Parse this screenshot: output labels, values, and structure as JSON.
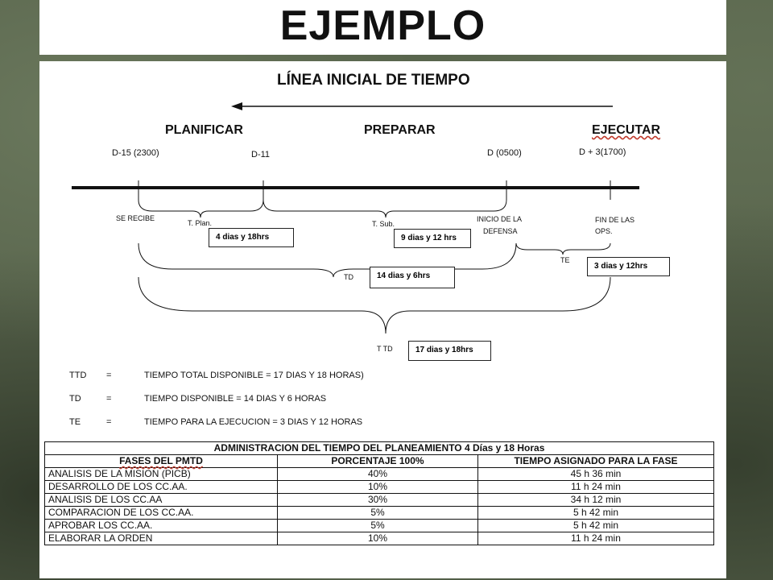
{
  "slide": {
    "title": "EJEMPLO"
  },
  "timeline": {
    "heading": "LÍNEA INICIAL DE TIEMPO",
    "phases": {
      "plan": "PLANIFICAR",
      "prepare": "PREPARAR",
      "execute": "EJECUTAR"
    },
    "marks": {
      "d15": "D-15 (2300)",
      "d11": "D-11",
      "d0": "D (0500)",
      "d3": "D + 3(1700)"
    },
    "labels": {
      "receive": "SE RECIBE",
      "tplan": "T. Plan.",
      "tsub": "T. Sub.",
      "defense_start_1": "INICIO DE LA",
      "defense_start_2": "DEFENSA",
      "ops_end_1": "FIN DE LAS",
      "ops_end_2": "OPS.",
      "te": "TE",
      "td": "TD",
      "ttd": "T TD"
    },
    "boxes": {
      "tplan": "4 dias y 18hrs",
      "tsub": "9 dias  y 12 hrs",
      "te": "3 dias y 12hrs",
      "td": "14 dias y  6hrs",
      "ttd": "17 dias y 18hrs"
    }
  },
  "legend": [
    {
      "abbr": "TTD",
      "eq": "=",
      "text": "TIEMPO TOTAL DISPONIBLE  = 17 DIAS Y 18 HORAS)"
    },
    {
      "abbr": "TD",
      "eq": "=",
      "text": "TIEMPO DISPONIBLE = 14 DIAS Y  6 HORAS"
    },
    {
      "abbr": "TE",
      "eq": "=",
      "text": "TIEMPO PARA LA EJECUCION = 3 DIAS Y 12 HORAS"
    }
  ],
  "admin_table": {
    "title": "ADMINISTRACION  DEL TIEMPO DEL PLANEAMIENTO 4 Días y 18 Horas",
    "headers": [
      "FASES DEL PMTD",
      "PORCENTAJE  100%",
      "TIEMPO ASIGNADO PARA LA FASE"
    ],
    "rows": [
      [
        "ANALISIS DE LA MISION (PICB)",
        "40%",
        "45 h  36 min"
      ],
      [
        "DESARROLLO DE LOS CC.AA.",
        "10%",
        "11 h  24 min"
      ],
      [
        "ANALISIS DE LOS CC.AA",
        "30%",
        "34 h 12 min"
      ],
      [
        "COMPARACION DE LOS CC.AA.",
        "5%",
        "5 h 42 min"
      ],
      [
        "APROBAR  LOS CC.AA.",
        "5%",
        "5 h 42 min"
      ],
      [
        "ELABORAR  LA ORDEN",
        "10%",
        "11 h 24 min"
      ]
    ]
  }
}
